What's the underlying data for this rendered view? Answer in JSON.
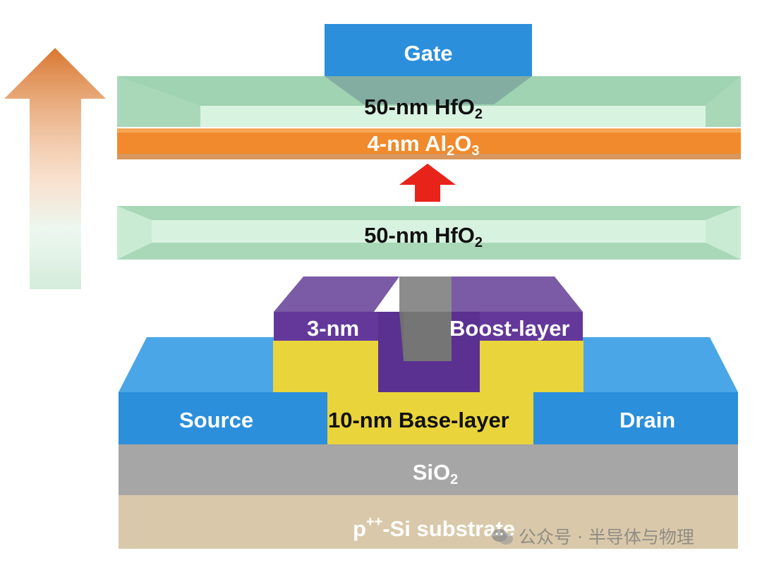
{
  "labels": {
    "gate": "Gate",
    "top_hfo2": {
      "text": "50-nm HfO",
      "sub": "2"
    },
    "al2o3": {
      "a": "4-nm Al",
      "s1": "2",
      "b": "O",
      "s2": "3"
    },
    "lower_hfo2": {
      "text": "50-nm HfO",
      "sub": "2"
    },
    "boost_thickness": "3-nm",
    "boost_layer": "Boost-layer",
    "source": "Source",
    "base_layer": "10-nm Base-layer",
    "drain": "Drain",
    "sio2": {
      "text": "SiO",
      "sub": "2"
    },
    "substrate": {
      "p": "p",
      "sup": "++",
      "rest": "-Si substrate"
    }
  },
  "watermark": "公众号 · 半导体与物理",
  "colors": {
    "gate": "#2b8fdc",
    "hfo2": "#b7e3c6",
    "al2o3": "#f08a2c",
    "boost": "#6a3d98",
    "base": "#e9d43c",
    "source_drain": "#2b8fdc",
    "sio2": "#a6a6a6",
    "substrate": "#d9c9aa",
    "red_arrow": "#e8241a",
    "lift_arrow": "#d9772f"
  }
}
